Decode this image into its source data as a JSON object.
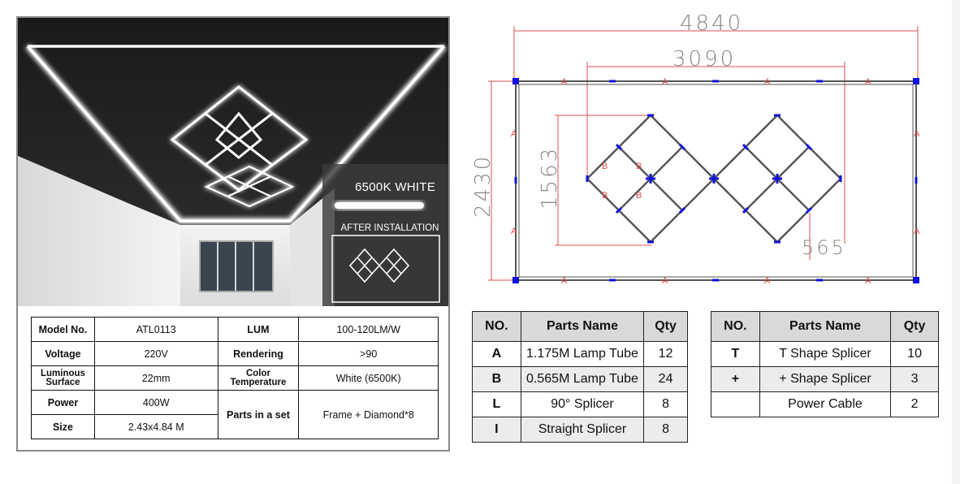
{
  "photo": {
    "color_label": "6500K WHITE",
    "after_label": "AFTER INSTALLATION"
  },
  "specs": {
    "rows": [
      {
        "label1": "Model No.",
        "value1": "ATL0113",
        "label2": "LUM",
        "value2": "100-120LM/W"
      },
      {
        "label1": "Voltage",
        "value1": "220V",
        "label2": "Rendering",
        "value2": ">90"
      },
      {
        "label1": "Luminous Surface",
        "value1": "22mm",
        "label2": "Color Temperature",
        "value2": "White (6500K)"
      },
      {
        "label1": "Power",
        "value1": "400W",
        "label2": "Parts in a set",
        "value2": "Frame + Diamond*8"
      },
      {
        "label1": "Size",
        "value1": "2.43x4.84 M"
      }
    ]
  },
  "diagram": {
    "dim_width": "4840",
    "dim_inner": "3090",
    "dim_height": "2430",
    "dim_diamond": "1563",
    "dim_small": "565",
    "tag_a": "A",
    "tag_b": "B"
  },
  "parts_table_1": {
    "headers": [
      "NO.",
      "Parts Name",
      "Qty"
    ],
    "rows": [
      {
        "no": "A",
        "name": "1.175M Lamp Tube",
        "qty": "12"
      },
      {
        "no": "B",
        "name": "0.565M Lamp Tube",
        "qty": "24"
      },
      {
        "no": "L",
        "name": "90° Splicer",
        "qty": "8"
      },
      {
        "no": "I",
        "name": "Straight Splicer",
        "qty": "8"
      }
    ]
  },
  "parts_table_2": {
    "headers": [
      "NO.",
      "Parts Name",
      "Qty"
    ],
    "rows": [
      {
        "no": "T",
        "name": "T Shape Splicer",
        "qty": "10"
      },
      {
        "no": "+",
        "name": "+ Shape Splicer",
        "qty": "3"
      },
      {
        "no": "",
        "name": "Power Cable",
        "qty": "2"
      }
    ]
  },
  "colors": {
    "dimension_red": "#e05050",
    "connector_blue": "#1010e0",
    "frame_gray": "#555555",
    "header_gray": "#d9d9d9"
  }
}
